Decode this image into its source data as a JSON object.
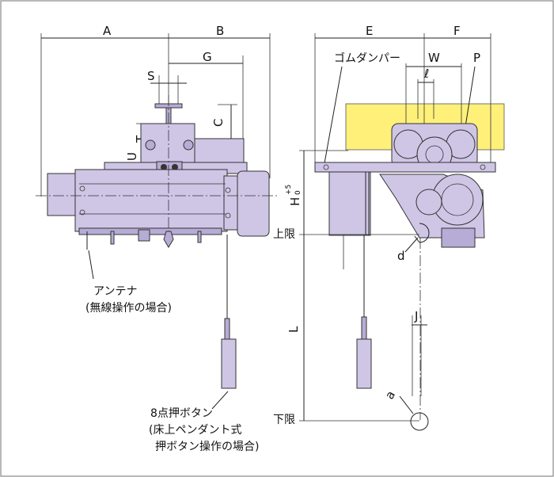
{
  "colors": {
    "border": "#777777",
    "body": "#cfc6e6",
    "rail": "#fff07a",
    "line": "#222222"
  },
  "dimensions": {
    "A": "A",
    "B": "B",
    "G": "G",
    "S": "S",
    "C": "C",
    "U": "U",
    "T": "T",
    "E": "E",
    "F": "F",
    "W": "W",
    "l": "ℓ",
    "P": "P",
    "H": "H",
    "H_tol_plus": "+5",
    "H_tol_zero": "0",
    "L": "L",
    "J": "J",
    "d": "d",
    "a": "a"
  },
  "labels": {
    "rubber_damper": "ゴムダンパー",
    "upper_limit": "上限",
    "lower_limit": "下限",
    "antenna_line1": "アンテナ",
    "antenna_line2": "(無線操作の場合)",
    "button_line1": "8点押ボタン",
    "button_line2": "(床上ペンダント式",
    "button_line3": "押ボタン操作の場合)"
  }
}
